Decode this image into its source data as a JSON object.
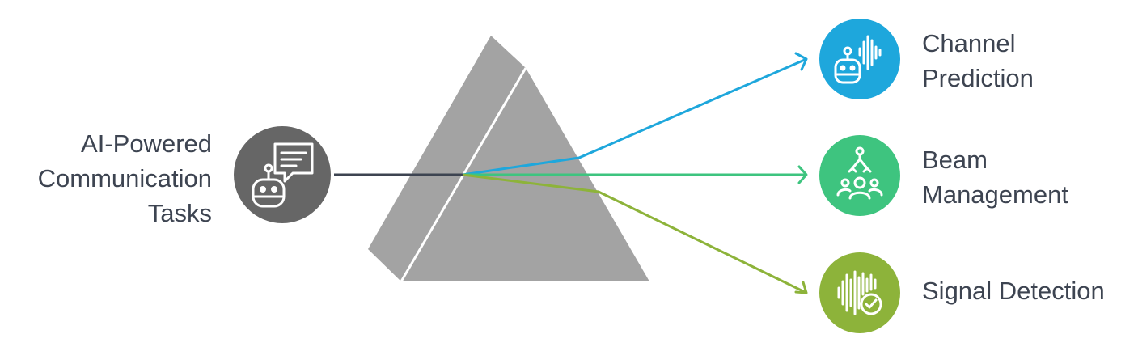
{
  "input": {
    "label_lines": [
      "AI-Powered",
      "Communication",
      "Tasks"
    ],
    "icon": "robot-chat-icon",
    "color": "#666666"
  },
  "prism": {
    "color": "#a3a3a3",
    "edge_color": "#ffffff"
  },
  "input_ray_color": "#3d4451",
  "outputs": [
    {
      "label_lines": [
        "Channel",
        "Prediction"
      ],
      "icon": "robot-soundwave-icon",
      "color": "#1ea7dc"
    },
    {
      "label_lines": [
        "Beam",
        "Management"
      ],
      "icon": "robot-arm-team-icon",
      "color": "#3ec47f"
    },
    {
      "label_lines": [
        "Signal Detection"
      ],
      "icon": "waveform-check-icon",
      "color": "#8db33a"
    }
  ]
}
